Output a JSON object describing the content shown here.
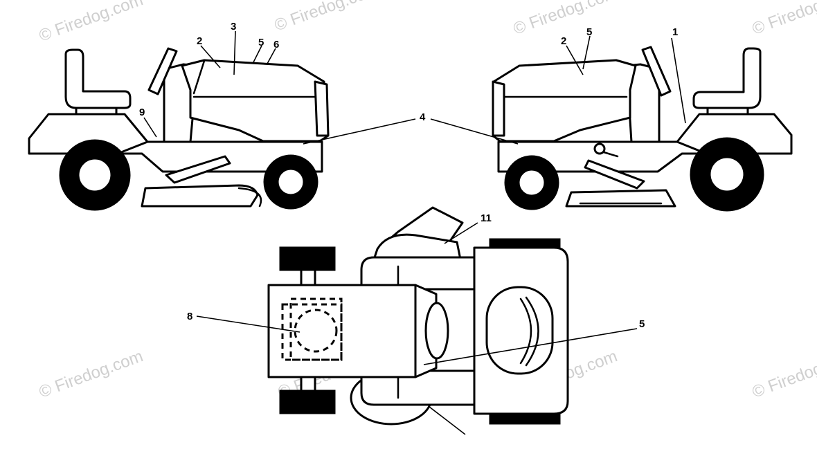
{
  "watermark": "© Firedog.com",
  "callouts": {
    "c1": "1",
    "c2": "2",
    "c3": "3",
    "c4": "4",
    "c5": "5",
    "c6": "6",
    "c8": "8",
    "c9": "9",
    "c11": "11"
  },
  "colors": {
    "line": "#000000",
    "fill": "#ffffff",
    "watermark": "#cfcfcf"
  }
}
